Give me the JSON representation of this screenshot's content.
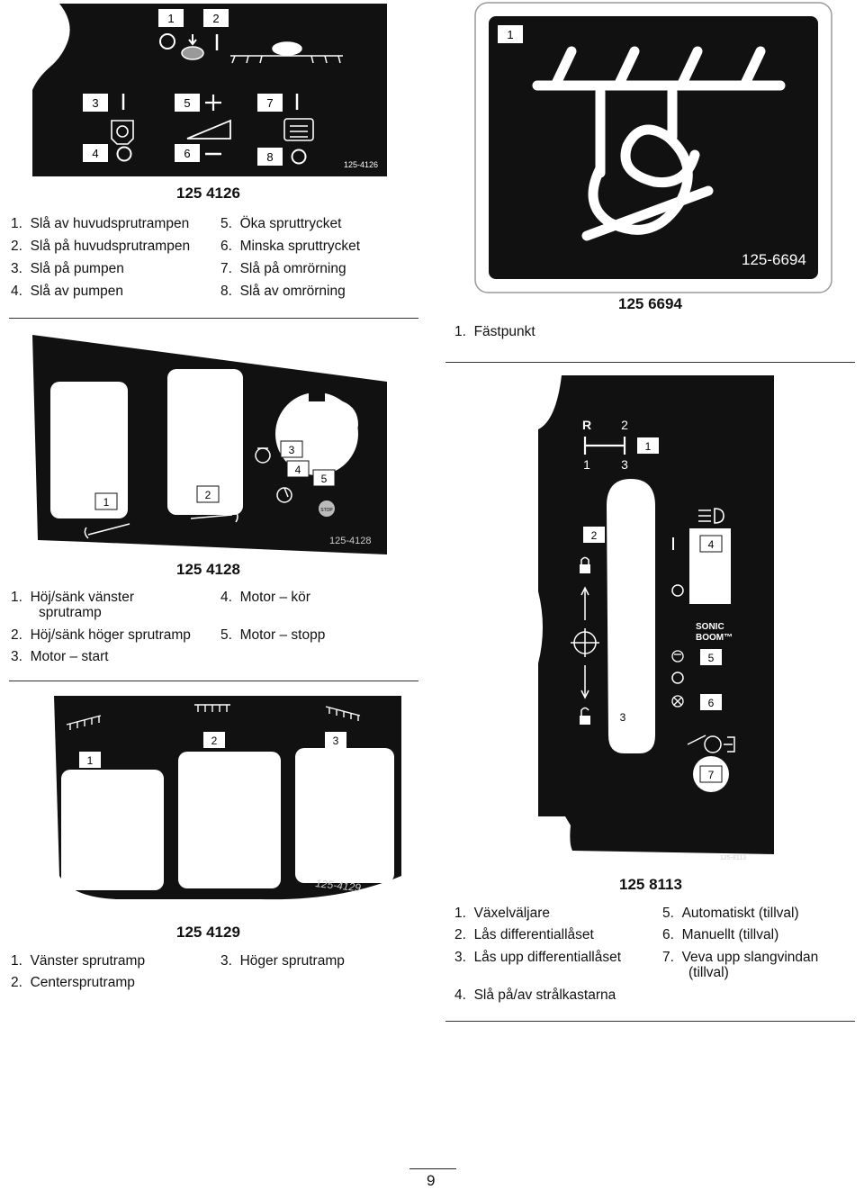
{
  "decals": {
    "d4126": {
      "id": "125 4126",
      "stamp": "125-4126",
      "callouts": [
        "1",
        "2",
        "3",
        "4",
        "5",
        "6",
        "7",
        "8"
      ],
      "legend": [
        {
          "num": "1.",
          "text": "Slå av huvudsprutrampen"
        },
        {
          "num": "2.",
          "text": "Slå på huvudsprutrampen"
        },
        {
          "num": "3.",
          "text": "Slå på pumpen"
        },
        {
          "num": "4.",
          "text": "Slå av pumpen"
        },
        {
          "num": "5.",
          "text": "Öka spruttrycket"
        },
        {
          "num": "6.",
          "text": "Minska spruttrycket"
        },
        {
          "num": "7.",
          "text": "Slå på omrörning"
        },
        {
          "num": "8.",
          "text": "Slå av omrörning"
        }
      ]
    },
    "d6694": {
      "id": "125 6694",
      "stamp": "125-6694",
      "callouts": [
        "1"
      ],
      "legend": [
        {
          "num": "1.",
          "text": "Fästpunkt"
        }
      ]
    },
    "d4128": {
      "id": "125 4128",
      "stamp": "125-4128",
      "callouts": [
        "1",
        "2",
        "3",
        "4",
        "5"
      ],
      "stop_label": "STOP",
      "legend": [
        {
          "num": "1.",
          "text": "Höj/sänk vänster",
          "text2": "sprutramp"
        },
        {
          "num": "2.",
          "text": "Höj/sänk höger sprutramp"
        },
        {
          "num": "3.",
          "text": "Motor – start"
        },
        {
          "num": "4.",
          "text": "Motor – kör"
        },
        {
          "num": "5.",
          "text": "Motor – stopp"
        }
      ]
    },
    "d8113": {
      "id": "125 8113",
      "stamp": "125-8113",
      "callouts": [
        "R",
        "2",
        "1",
        "1",
        "3",
        "2",
        "4",
        "3",
        "5",
        "6",
        "7"
      ],
      "sonic": "SONIC",
      "boom": "BOOM™",
      "legend": [
        {
          "num": "1.",
          "text": "Växelväljare"
        },
        {
          "num": "2.",
          "text": "Lås differentiallåset"
        },
        {
          "num": "3.",
          "text": "Lås upp differentiallåset"
        },
        {
          "num": "4.",
          "text": "Slå på/av strålkastarna"
        },
        {
          "num": "5.",
          "text": "Automatiskt (tillval)"
        },
        {
          "num": "6.",
          "text": "Manuellt (tillval)"
        },
        {
          "num": "7.",
          "text": "Veva upp slangvindan",
          "text2": "(tillval)"
        }
      ]
    },
    "d4129": {
      "id": "125 4129",
      "stamp": "125-4129",
      "callouts": [
        "1",
        "2",
        "3"
      ],
      "legend": [
        {
          "num": "1.",
          "text": "Vänster sprutramp"
        },
        {
          "num": "2.",
          "text": "Centersprutramp"
        },
        {
          "num": "3.",
          "text": "Höger sprutramp"
        }
      ]
    }
  },
  "page": {
    "number": "9"
  }
}
